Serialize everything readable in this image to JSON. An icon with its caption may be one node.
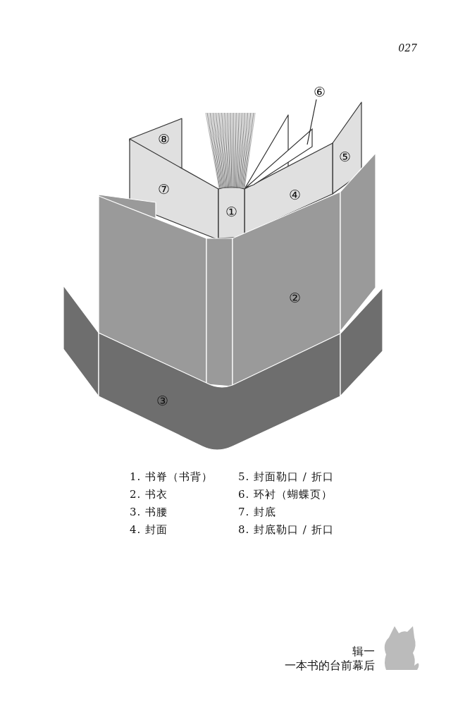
{
  "diagram": {
    "nodes": [
      {
        "text": [
          "⑥"
        ]
      },
      {
        "text": [],
        "shape": "picture"
      }
    ],
    "edges": [
      {
        "from": 0,
        "to": 1,
        "arrow": "none"
      }
    ],
    "labels": [
      "027",
      "⑧",
      "⑤",
      "⑦",
      "④",
      "①",
      "②",
      "③",
      "1. 书脊（书背）",
      "5. 封面勒口 / 折口",
      "2. 书衣",
      "6. 环衬（蝴蝶页）",
      "3. 书腰",
      "7. 封底",
      "4. 封面",
      "8. 封底勒口 / 折口",
      "辑一",
      "一本书的台前幕后"
    ]
  }
}
